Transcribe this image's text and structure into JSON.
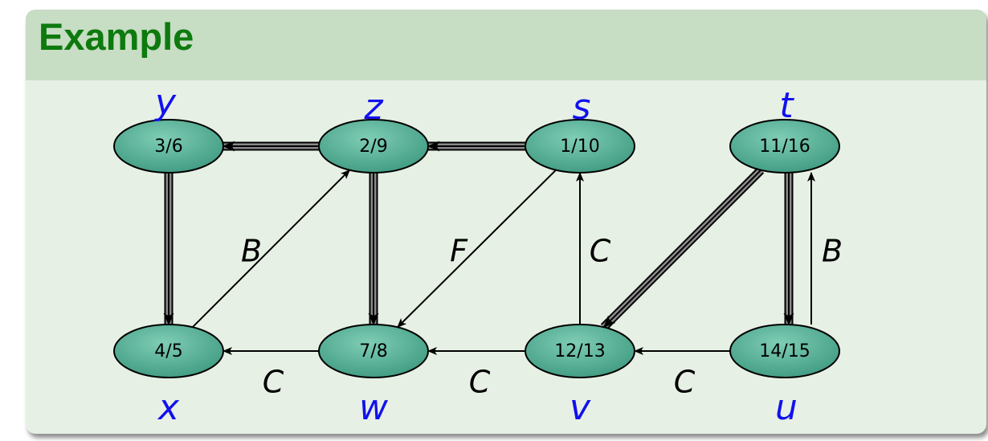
{
  "block": {
    "title": "Example"
  },
  "colors": {
    "node_fill_light": "#7fcdb5",
    "node_fill_dark": "#3e9a80",
    "node_stroke": "#000000",
    "tree_edge_stroke": "#000000",
    "tree_edge_fill": "#8a8a8a",
    "vertex_label": "#1111ee",
    "title": "#0d7a0d",
    "block_body": "#e7f0e4",
    "block_header": "#c7ddc4"
  },
  "nodes": [
    {
      "id": "y",
      "name": "y",
      "times": "3/6"
    },
    {
      "id": "z",
      "name": "z",
      "times": "2/9"
    },
    {
      "id": "s",
      "name": "s",
      "times": "1/10"
    },
    {
      "id": "t",
      "name": "t",
      "times": "11/16"
    },
    {
      "id": "x",
      "name": "x",
      "times": "4/5"
    },
    {
      "id": "w",
      "name": "w",
      "times": "7/8"
    },
    {
      "id": "v",
      "name": "v",
      "times": "12/13"
    },
    {
      "id": "u",
      "name": "u",
      "times": "14/15"
    }
  ],
  "edges": [
    {
      "from": "s",
      "to": "z",
      "kind": "tree",
      "label": ""
    },
    {
      "from": "z",
      "to": "y",
      "kind": "tree",
      "label": ""
    },
    {
      "from": "y",
      "to": "x",
      "kind": "tree",
      "label": ""
    },
    {
      "from": "z",
      "to": "w",
      "kind": "tree",
      "label": ""
    },
    {
      "from": "t",
      "to": "v",
      "kind": "tree",
      "label": ""
    },
    {
      "from": "t",
      "to": "u",
      "kind": "tree",
      "label": ""
    },
    {
      "from": "x",
      "to": "z",
      "kind": "plain",
      "label": "B"
    },
    {
      "from": "s",
      "to": "w",
      "kind": "plain",
      "label": "F"
    },
    {
      "from": "v",
      "to": "s",
      "kind": "plain",
      "label": "C"
    },
    {
      "from": "u",
      "to": "t",
      "kind": "plain",
      "label": "B"
    },
    {
      "from": "w",
      "to": "x",
      "kind": "plain",
      "label": "C"
    },
    {
      "from": "v",
      "to": "w",
      "kind": "plain",
      "label": "C"
    },
    {
      "from": "u",
      "to": "v",
      "kind": "plain",
      "label": "C"
    }
  ]
}
